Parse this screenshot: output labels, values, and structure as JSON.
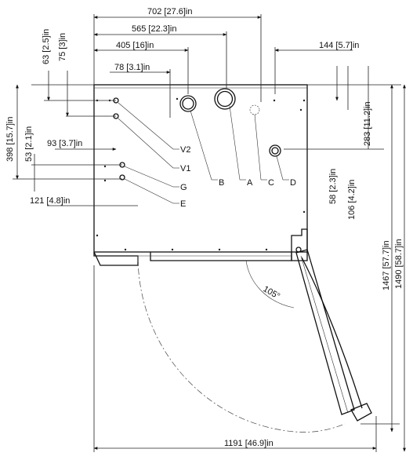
{
  "dimensions": {
    "top_total": "702 [27.6]in",
    "top_a": "565 [22.3]in",
    "top_b": "405 [16]in",
    "top_c": "78 [3.1]in",
    "right_offset": "144 [5.7]in",
    "left_63": "63 [2.5]in",
    "left_75": "75 [3]in",
    "left_398": "398 [15.7]in",
    "left_53": "53 [2.1]in",
    "inner_93": "93 [3.7]in",
    "inner_121": "121 [4.8]in",
    "right_283": "283 [11.2]in",
    "right_58": "58 [2.3]in",
    "right_106": "106 [4.2]in",
    "right_1467": "1467 [57.7]in",
    "right_1490": "1490 [58.7]in",
    "bottom_total": "1191 [46.9]in"
  },
  "connections": {
    "v2": "V2",
    "v1": "V1",
    "g": "G",
    "e": "E",
    "b": "B",
    "a": "A",
    "c": "C",
    "d": "D"
  },
  "door_angle": "105°"
}
